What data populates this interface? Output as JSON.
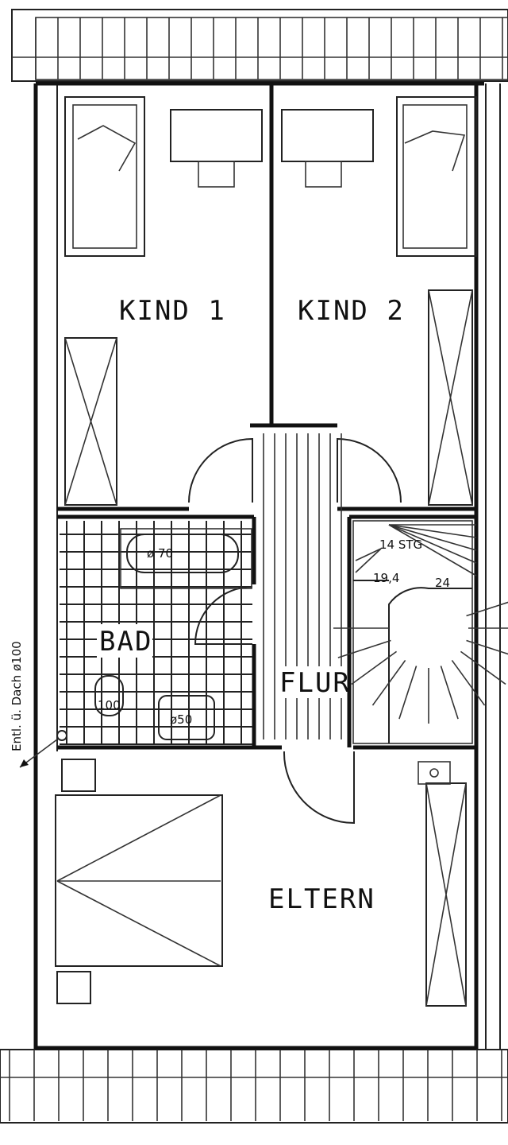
{
  "rooms": {
    "kind1": "KIND 1",
    "kind2": "KIND 2",
    "bad": "BAD",
    "flur": "FLUR",
    "eltern": "ELTERN"
  },
  "annotations": {
    "stairs_steps": "14 STG",
    "stairs_dim_a": "19,4",
    "stairs_dim_b": "24",
    "bathtub": "ø 70",
    "toilet": "100",
    "sink": "ø50",
    "vent": "Entl. ü. Dach ø100"
  }
}
